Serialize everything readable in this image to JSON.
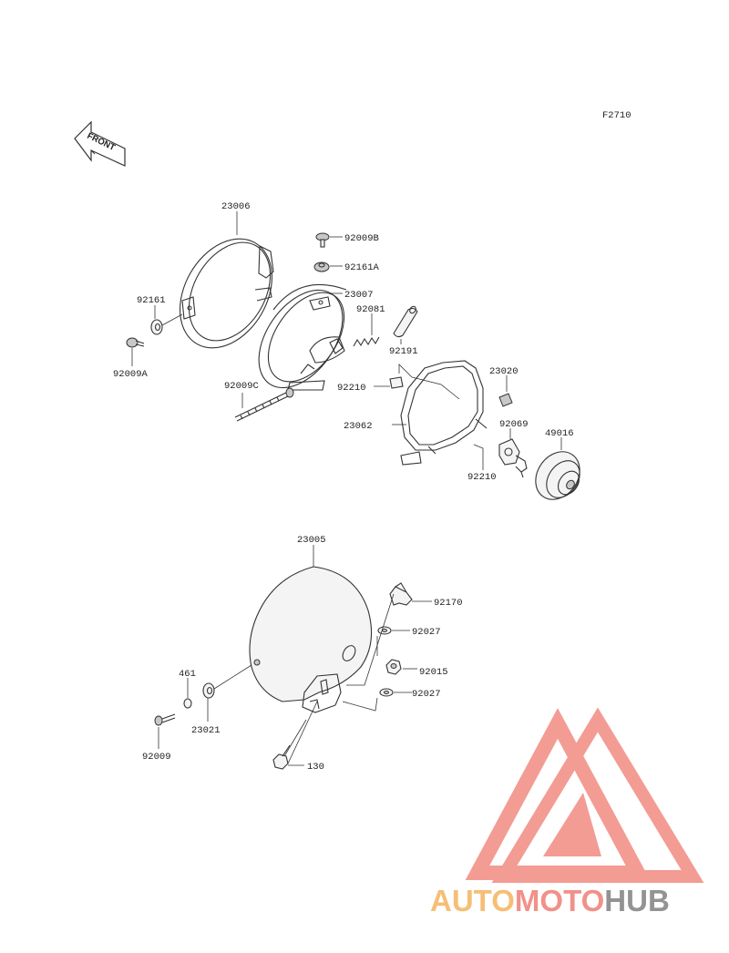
{
  "diagram": {
    "code": "F2710",
    "front_label": "FRONT",
    "parts": {
      "p23006": "23006",
      "p92161": "92161",
      "p92009A": "92009A",
      "p92009B": "92009B",
      "p92161A": "92161A",
      "p23007": "23007",
      "p92081": "92081",
      "p92191": "92191",
      "p92009C": "92009C",
      "p92210a": "92210",
      "p23020": "23020",
      "p23062": "23062",
      "p92069": "92069",
      "p49016": "49016",
      "p92210b": "92210",
      "p23005": "23005",
      "p92170": "92170",
      "p92027a": "92027",
      "p92015": "92015",
      "p92027b": "92027",
      "p461": "461",
      "p23021": "23021",
      "p92009": "92009",
      "p130": "130"
    }
  },
  "watermark": {
    "part1": "AUTO",
    "part2": "MOTO",
    "part3": "HUB",
    "colors": {
      "orange": "#f6b96b",
      "red": "#f08880",
      "gray": "#8a8a8a",
      "triangle": "#f2948c"
    }
  }
}
